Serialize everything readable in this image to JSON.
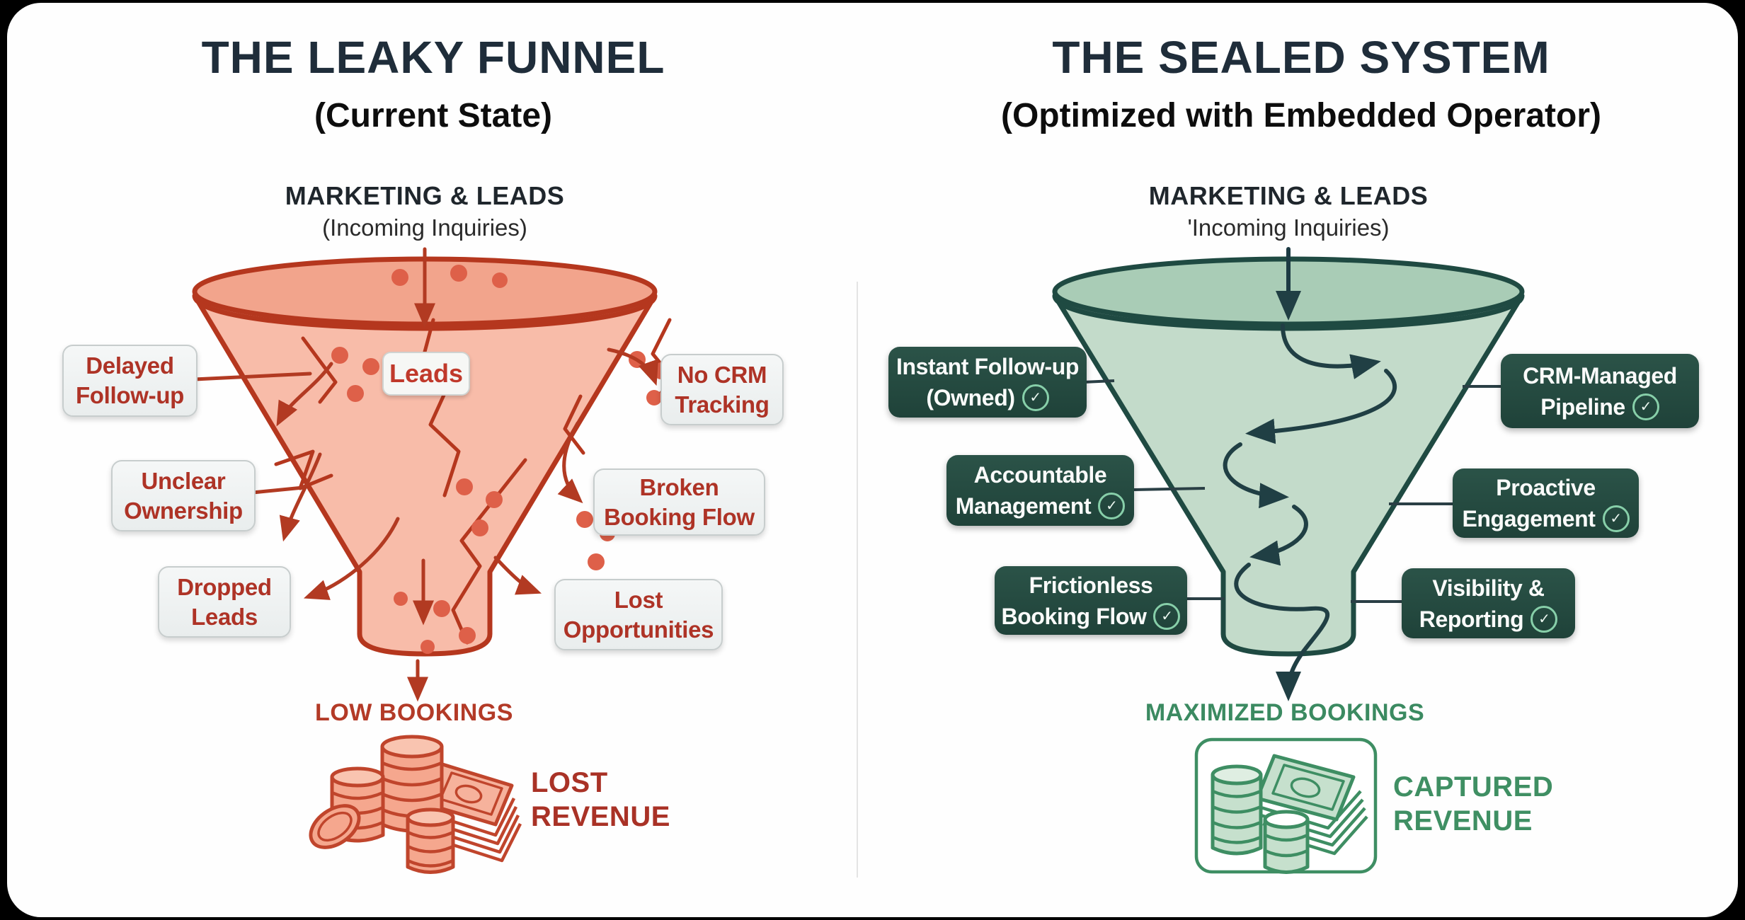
{
  "page": {
    "background": "#000000",
    "card_background": "#FEFEFE"
  },
  "left": {
    "title": "THE LEAKY FUNNEL",
    "subtitle": "(Current State)",
    "top_label": "MARKETING & LEADS",
    "top_sublabel": "(Incoming Inquiries)",
    "funnel_tag": "Leads",
    "boxes": {
      "delayed": {
        "line1": "Delayed",
        "line2": "Follow-up"
      },
      "unclear": {
        "line1": "Unclear",
        "line2": "Ownership"
      },
      "dropped": {
        "line1": "Dropped",
        "line2": "Leads"
      },
      "nocrm": {
        "line1": "No CRM",
        "line2": "Tracking"
      },
      "broken": {
        "line1": "Broken",
        "line2": "Booking Flow"
      },
      "lost": {
        "line1": "Lost",
        "line2": "Opportunities"
      }
    },
    "outcome": "LOW BOOKINGS",
    "revenue": {
      "line1": "LOST",
      "line2": "REVENUE"
    }
  },
  "right": {
    "title": "THE SEALED SYSTEM",
    "subtitle": "(Optimized with Embedded Operator)",
    "top_label": "MARKETING & LEADS",
    "top_sublabel": "'Incoming Inquiries)",
    "check_glyph": "✓",
    "boxes": {
      "instant": {
        "line1": "Instant Follow-up",
        "line2": "(Owned)"
      },
      "crm": {
        "line1": "CRM-Managed",
        "line2": "Pipeline"
      },
      "accountable": {
        "line1": "Accountable",
        "line2": "Management"
      },
      "proactive": {
        "line1": "Proactive",
        "line2": "Engagement"
      },
      "frictionless": {
        "line1": "Frictionless",
        "line2": "Booking Flow"
      },
      "visibility": {
        "line1": "Visibility &",
        "line2": "Reporting"
      }
    },
    "outcome": "MAXIMIZED BOOKINGS",
    "revenue": {
      "line1": "CAPTURED",
      "line2": "REVENUE"
    }
  },
  "colors": {
    "leaky_outline": "#B5371E",
    "leaky_body_fill": "#F8BCA9",
    "leaky_rim_fill": "#F2A48C",
    "leak_dot": "#DE6049",
    "red_label_text": "#AE3326",
    "gray_box_bg": "#EDF0F0",
    "sealed_outline": "#1F4A42",
    "sealed_body_fill": "#C3DBCA",
    "sealed_rim_fill": "#A9CCB6",
    "teal_box_bg": "#24493F",
    "teal_box_text": "#FAFBFA",
    "check_ring": "#87CFA9",
    "green_text": "#3F8F63",
    "title_text": "#1F2D3A",
    "divider": "#E4E4E4"
  }
}
